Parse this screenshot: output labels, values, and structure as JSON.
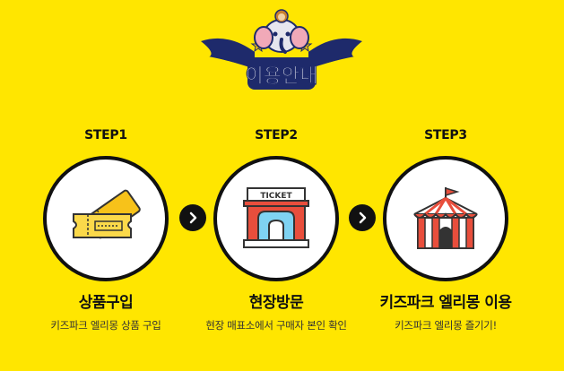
{
  "header": {
    "title": "이용안내",
    "colors": {
      "navy": "#1E2A6B",
      "yellow": "#FFE600",
      "gold": "#F4C20D"
    }
  },
  "steps": [
    {
      "label": "STEP1",
      "title": "상품구입",
      "desc": "키즈파크 엘리몽 상품 구입",
      "icon": "ticket-icon"
    },
    {
      "label": "STEP2",
      "title": "현장방문",
      "desc": "현장 매표소에서 구매자 본인 확인",
      "icon": "ticket-booth-icon",
      "booth_sign": "TICKET"
    },
    {
      "label": "STEP3",
      "title": "키즈파크 엘리몽 이용",
      "desc": "키즈파크 엘리몽 즐기기!",
      "icon": "circus-tent-icon"
    }
  ]
}
